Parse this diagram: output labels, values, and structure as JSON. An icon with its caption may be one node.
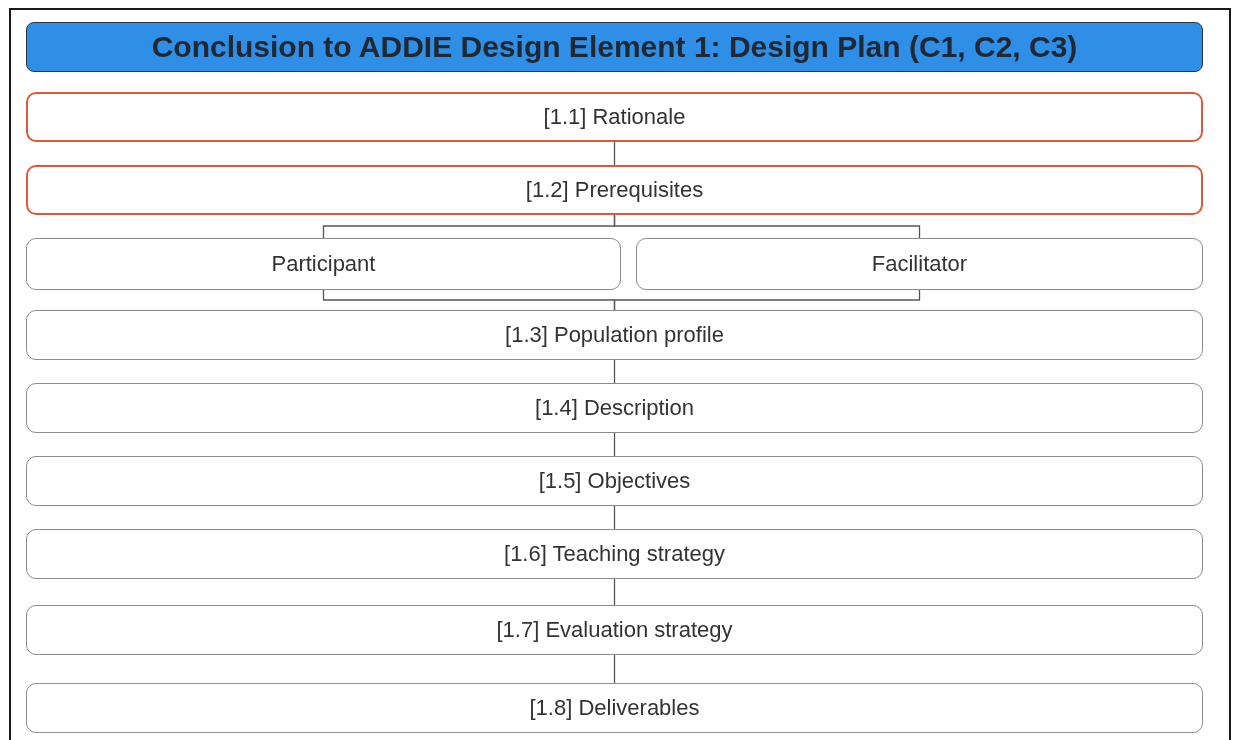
{
  "diagram": {
    "title": "Conclusion to ADDIE Design Element 1: Design Plan (C1, C2, C3)",
    "nodes": [
      {
        "text": [
          "[1.1] Rationale"
        ]
      },
      {
        "text": [
          "[1.2] Prerequisites"
        ]
      },
      {
        "text": [
          "Participant"
        ]
      },
      {
        "text": [
          "Facilitator"
        ]
      },
      {
        "text": [
          "[1.3] Population profile"
        ]
      },
      {
        "text": [
          "[1.4] Description"
        ]
      },
      {
        "text": [
          "[1.5] Objectives"
        ]
      },
      {
        "text": [
          "[1.6] Teaching strategy"
        ]
      },
      {
        "text": [
          "[1.7] Evaluation strategy"
        ]
      },
      {
        "text": [
          "[1.8] Deliverables"
        ]
      }
    ],
    "edges": [
      {
        "from": 0,
        "to": 1,
        "arrow": "none"
      },
      {
        "from": 1,
        "to": 2,
        "arrow": "none"
      },
      {
        "from": 1,
        "to": 3,
        "arrow": "none"
      },
      {
        "from": 2,
        "to": 4,
        "arrow": "none"
      },
      {
        "from": 3,
        "to": 4,
        "arrow": "none"
      },
      {
        "from": 4,
        "to": 5,
        "arrow": "none"
      },
      {
        "from": 5,
        "to": 6,
        "arrow": "none"
      },
      {
        "from": 6,
        "to": 7,
        "arrow": "none"
      },
      {
        "from": 7,
        "to": 8,
        "arrow": "none"
      },
      {
        "from": 8,
        "to": 9,
        "arrow": "none"
      }
    ]
  }
}
